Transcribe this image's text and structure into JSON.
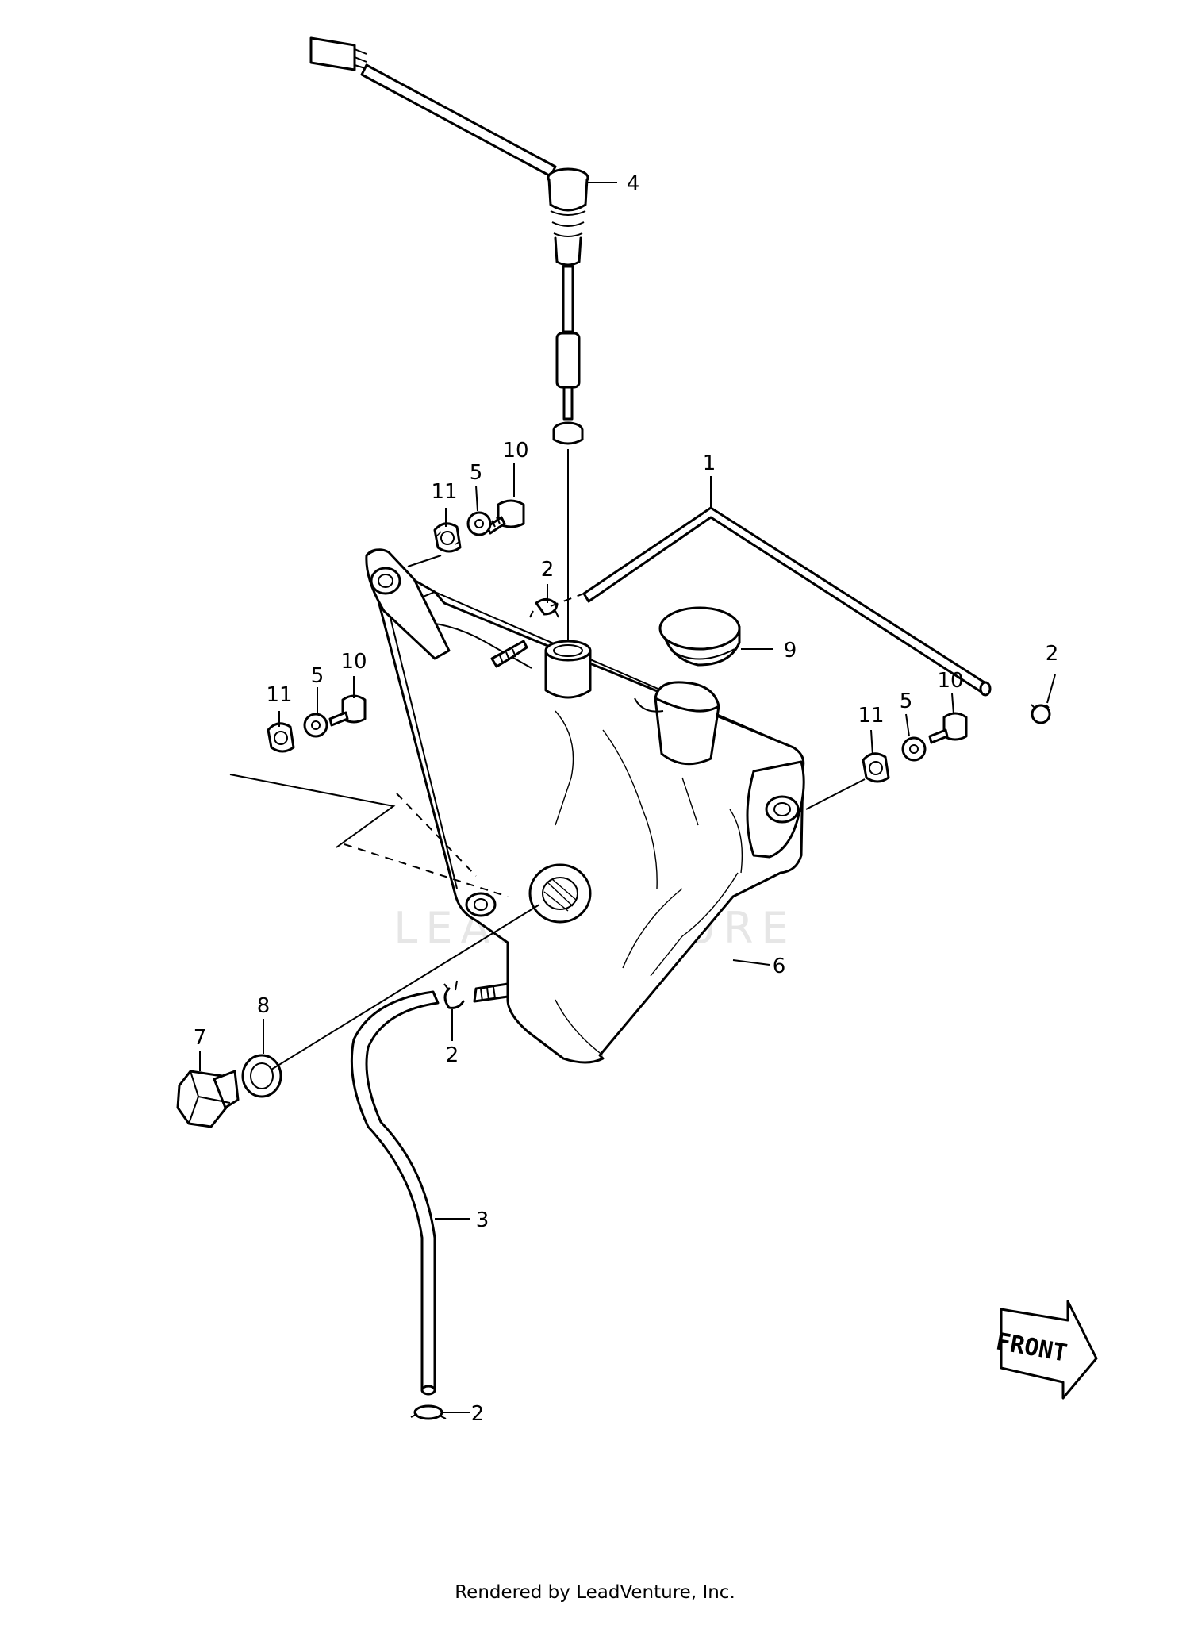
{
  "callouts": {
    "c1": "1",
    "c2a": "2",
    "c2b": "2",
    "c2c": "2",
    "c2d": "2",
    "c3": "3",
    "c4": "4",
    "c5a": "5",
    "c5b": "5",
    "c5c": "5",
    "c6": "6",
    "c7": "7",
    "c8": "8",
    "c9": "9",
    "c10a": "10",
    "c10b": "10",
    "c10c": "10",
    "c11a": "11",
    "c11b": "11",
    "c11c": "11"
  },
  "front_label": "FRONT",
  "watermark": "LEADVENTURE",
  "footer": "Rendered by LeadVenture, Inc."
}
